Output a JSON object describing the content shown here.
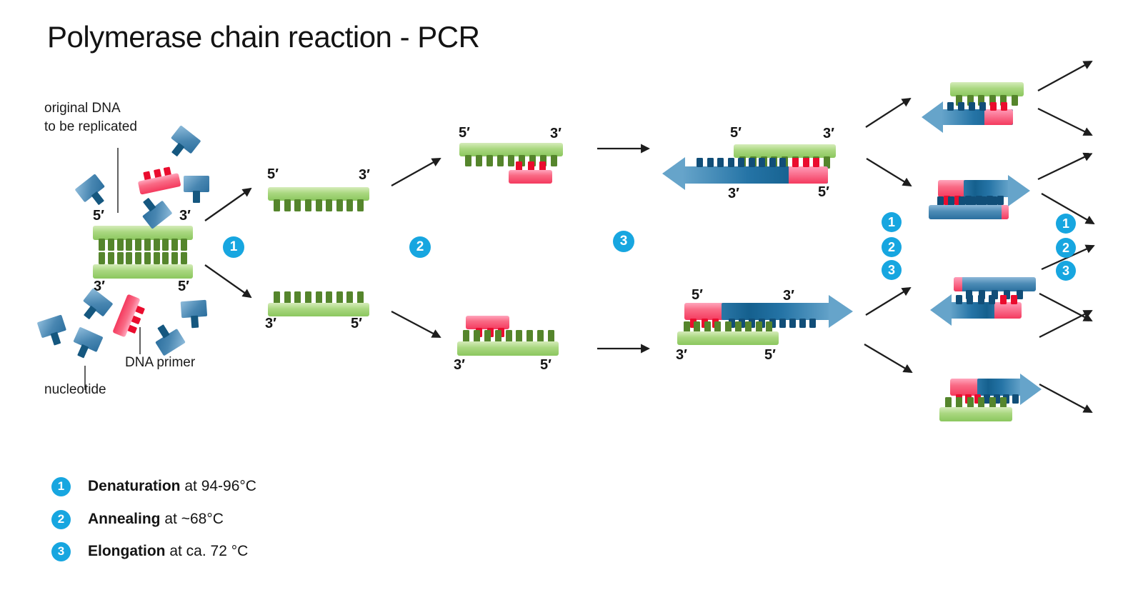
{
  "title": "Polymerase chain reaction - PCR",
  "labels": {
    "original_dna_line1": "original DNA",
    "original_dna_line2": "to be replicated",
    "dna_primer": "DNA primer",
    "nucleotide": "nucleotide",
    "five_prime": "5′",
    "three_prime": "3′"
  },
  "steps": [
    "1",
    "2",
    "3"
  ],
  "legend": [
    {
      "num": "1",
      "name": "Denaturation",
      "detail": " at 94-96°C"
    },
    {
      "num": "2",
      "name": "Annealing",
      "detail": " at ~68°C"
    },
    {
      "num": "3",
      "name": "Elongation",
      "detail": " at ca. 72 °C"
    }
  ],
  "colors": {
    "step_badge_blue": "#17a6e0",
    "template_strand_green": "#8bc75e",
    "strand_teeth_green": "#55852c",
    "primer_pink": "#f43a5e",
    "primer_teeth_red": "#ea0c2e",
    "new_strand_blue": "#2574a6",
    "new_strand_teeth_blue": "#114e78",
    "arrow_black": "#1d1d1d"
  }
}
